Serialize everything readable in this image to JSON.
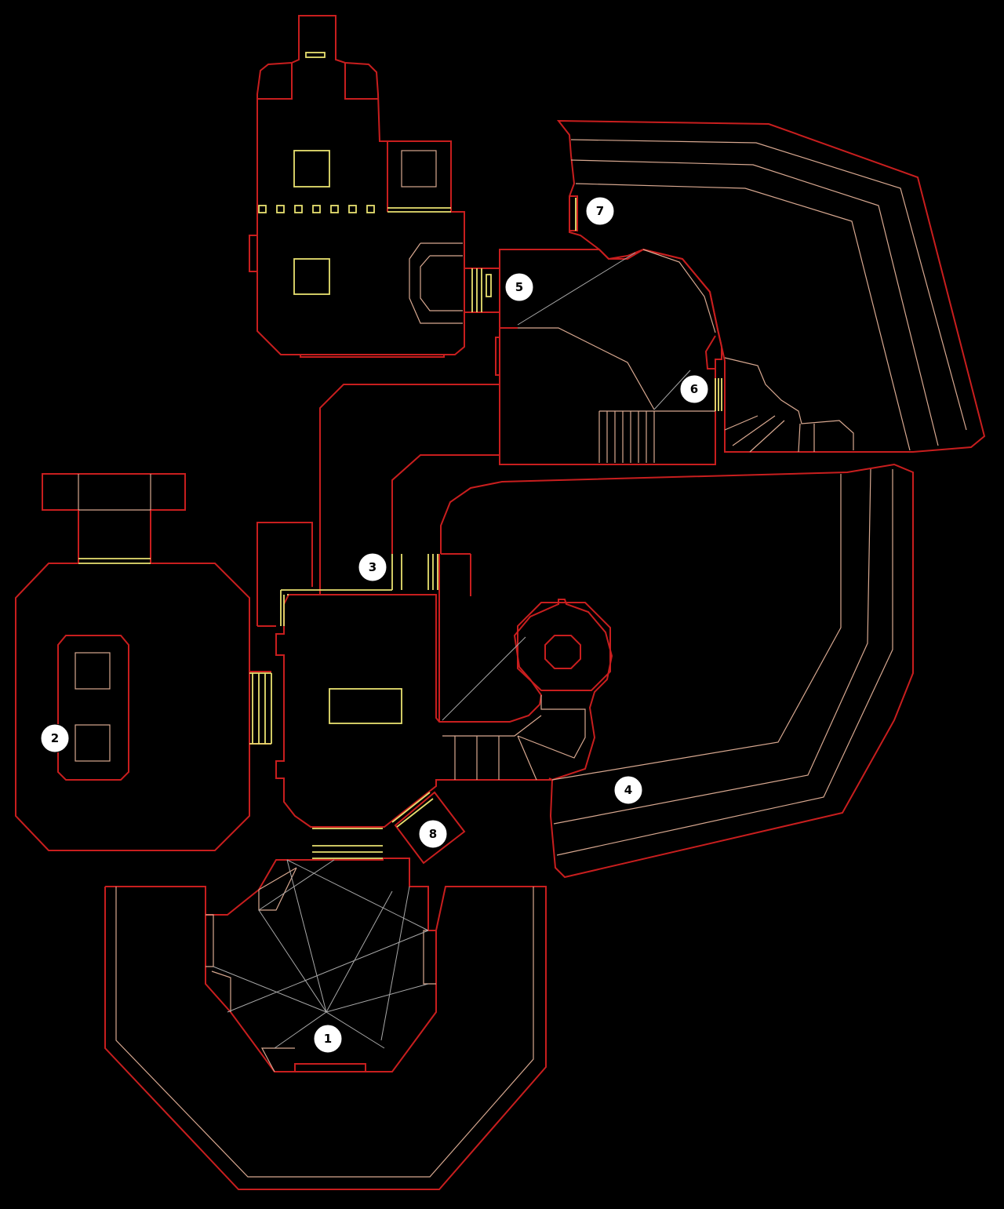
{
  "colors": {
    "background": "#000000",
    "wall": "#c81e1e",
    "step": "#d8a890",
    "door": "#e8e070",
    "trigger": "#a8a8a8",
    "marker_fill": "#ffffff",
    "marker_text": "#000000"
  },
  "markers": [
    {
      "id": "marker-1",
      "label": "1"
    },
    {
      "id": "marker-2",
      "label": "2"
    },
    {
      "id": "marker-3",
      "label": "3"
    },
    {
      "id": "marker-4",
      "label": "4"
    },
    {
      "id": "marker-5",
      "label": "5"
    },
    {
      "id": "marker-6",
      "label": "6"
    },
    {
      "id": "marker-7",
      "label": "7"
    },
    {
      "id": "marker-8",
      "label": "8"
    }
  ]
}
